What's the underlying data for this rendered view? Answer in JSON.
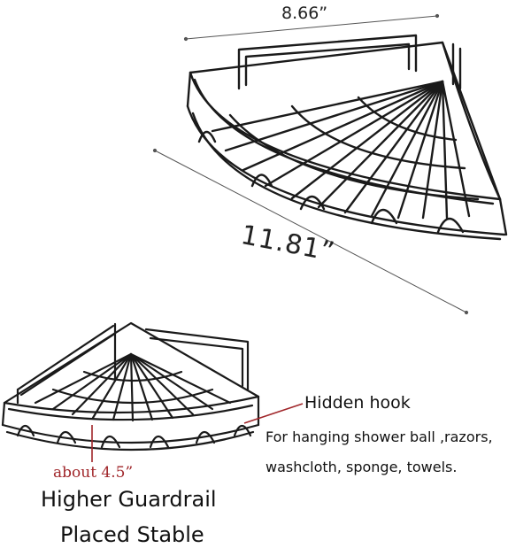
{
  "dimensions": {
    "width_label": "8.66”",
    "depth_label": "11.81”",
    "height_label": "about 4.5”"
  },
  "hook_callout": {
    "title": "Hidden hook",
    "description_line1": "For hanging shower ball ,razors,",
    "description_line2": "washcloth, sponge, towels."
  },
  "features": {
    "line1": "Higher Guardrail",
    "line2": "Placed Stable"
  },
  "colors": {
    "wire": "#1a1a1a",
    "dimension_line": "#555555",
    "height_marker": "#a0262a"
  }
}
